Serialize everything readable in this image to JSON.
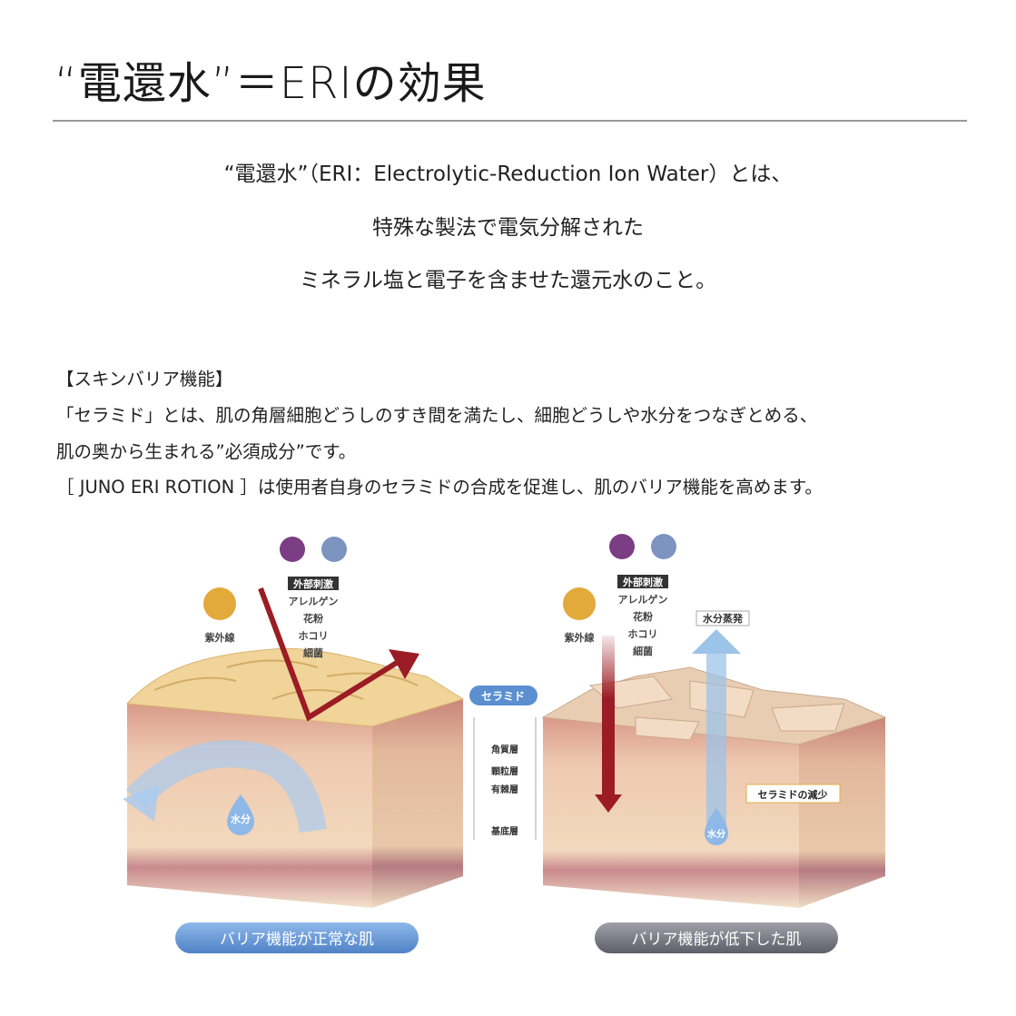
{
  "header": {
    "title": "“電還水”＝ERIの効果"
  },
  "intro": {
    "lines": [
      "“電還水”（ERI：Electrolytic-Reduction Ion Water）とは、",
      "特殊な製法で電気分解された",
      "ミネラル塩と電子を含ませた還元水のこと。"
    ]
  },
  "section": {
    "heading": "【スキンバリア機能】",
    "lines": [
      "「セラミド」とは、肌の角層細胞どうしのすき間を満たし、細胞どうしや水分をつなぎとめる、",
      "肌の奥から生まれる”必須成分”です。",
      "［ JUNO ERI ROTION ］は使用者自身のセラミドの合成を促進し、肌のバリア機能を高めます。"
    ]
  },
  "diagram": {
    "uv_label": "紫外線",
    "external_label": "外部刺激",
    "irritants": [
      "アレルゲン",
      "花粉",
      "ホコリ",
      "細菌"
    ],
    "moisture_label": "水分",
    "evaporation_label": "水分蒸発",
    "ceramide_label": "セラミド",
    "ceramide_decrease_label": "セラミドの減少",
    "layers": [
      "角質層",
      "顆粒層",
      "有棘層",
      "基底層"
    ],
    "healthy_caption": "バリア機能が正常な肌",
    "damaged_caption": "バリア機能が低下した肌",
    "colors": {
      "arrow_red": "#9b1c24",
      "water_blue": "#9cc3e8",
      "healthy_top": "#f0d49a",
      "damaged_top": "#e8cdb3",
      "caption_blue": "#5b8fd0",
      "caption_gray": "#6e6e78"
    }
  }
}
